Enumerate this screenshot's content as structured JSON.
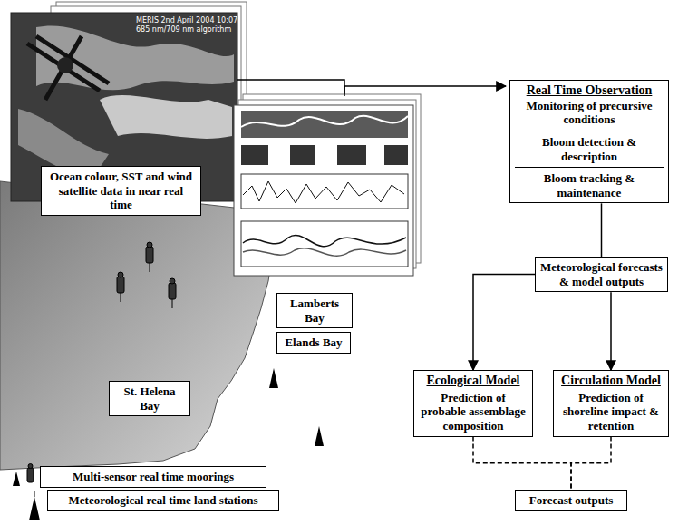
{
  "diagram": {
    "nodes": [
      {
        "text": [
          "Ocean colour, SST and wind satellite data in near real time"
        ]
      },
      {
        "text": [
          "Lamberts Bay"
        ]
      },
      {
        "text": [
          "Elands Bay"
        ]
      },
      {
        "text": [
          "St. Helena Bay"
        ]
      },
      {
        "text": [
          "Multi-sensor real time moorings"
        ]
      },
      {
        "text": [
          "Meteorological real time land stations"
        ]
      },
      {
        "text": [
          "Real Time Observation",
          "Monitoring of precursive conditions",
          "Bloom detection & description",
          "Bloom tracking & maintenance"
        ]
      },
      {
        "text": [
          "Meteorological forecasts & model outputs"
        ]
      },
      {
        "text": [
          "Ecological Model",
          "Prediction of probable assemblage composition"
        ]
      },
      {
        "text": [
          "Circulation Model",
          "Prediction of shoreline impact & retention"
        ]
      },
      {
        "text": [
          "Forecast outputs"
        ]
      }
    ],
    "edges": [
      {
        "from": 6,
        "to": 7,
        "arrow": "none"
      },
      {
        "from": 7,
        "to": 8,
        "arrow": "to"
      },
      {
        "from": 7,
        "to": 9,
        "arrow": "to"
      },
      {
        "from": 8,
        "to": 10,
        "arrow": "none"
      },
      {
        "from": 9,
        "to": 10,
        "arrow": "none"
      }
    ],
    "labels": [
      "MERIS 2nd April 2004 10:07",
      "685 nm/709 nm algorithm"
    ]
  }
}
